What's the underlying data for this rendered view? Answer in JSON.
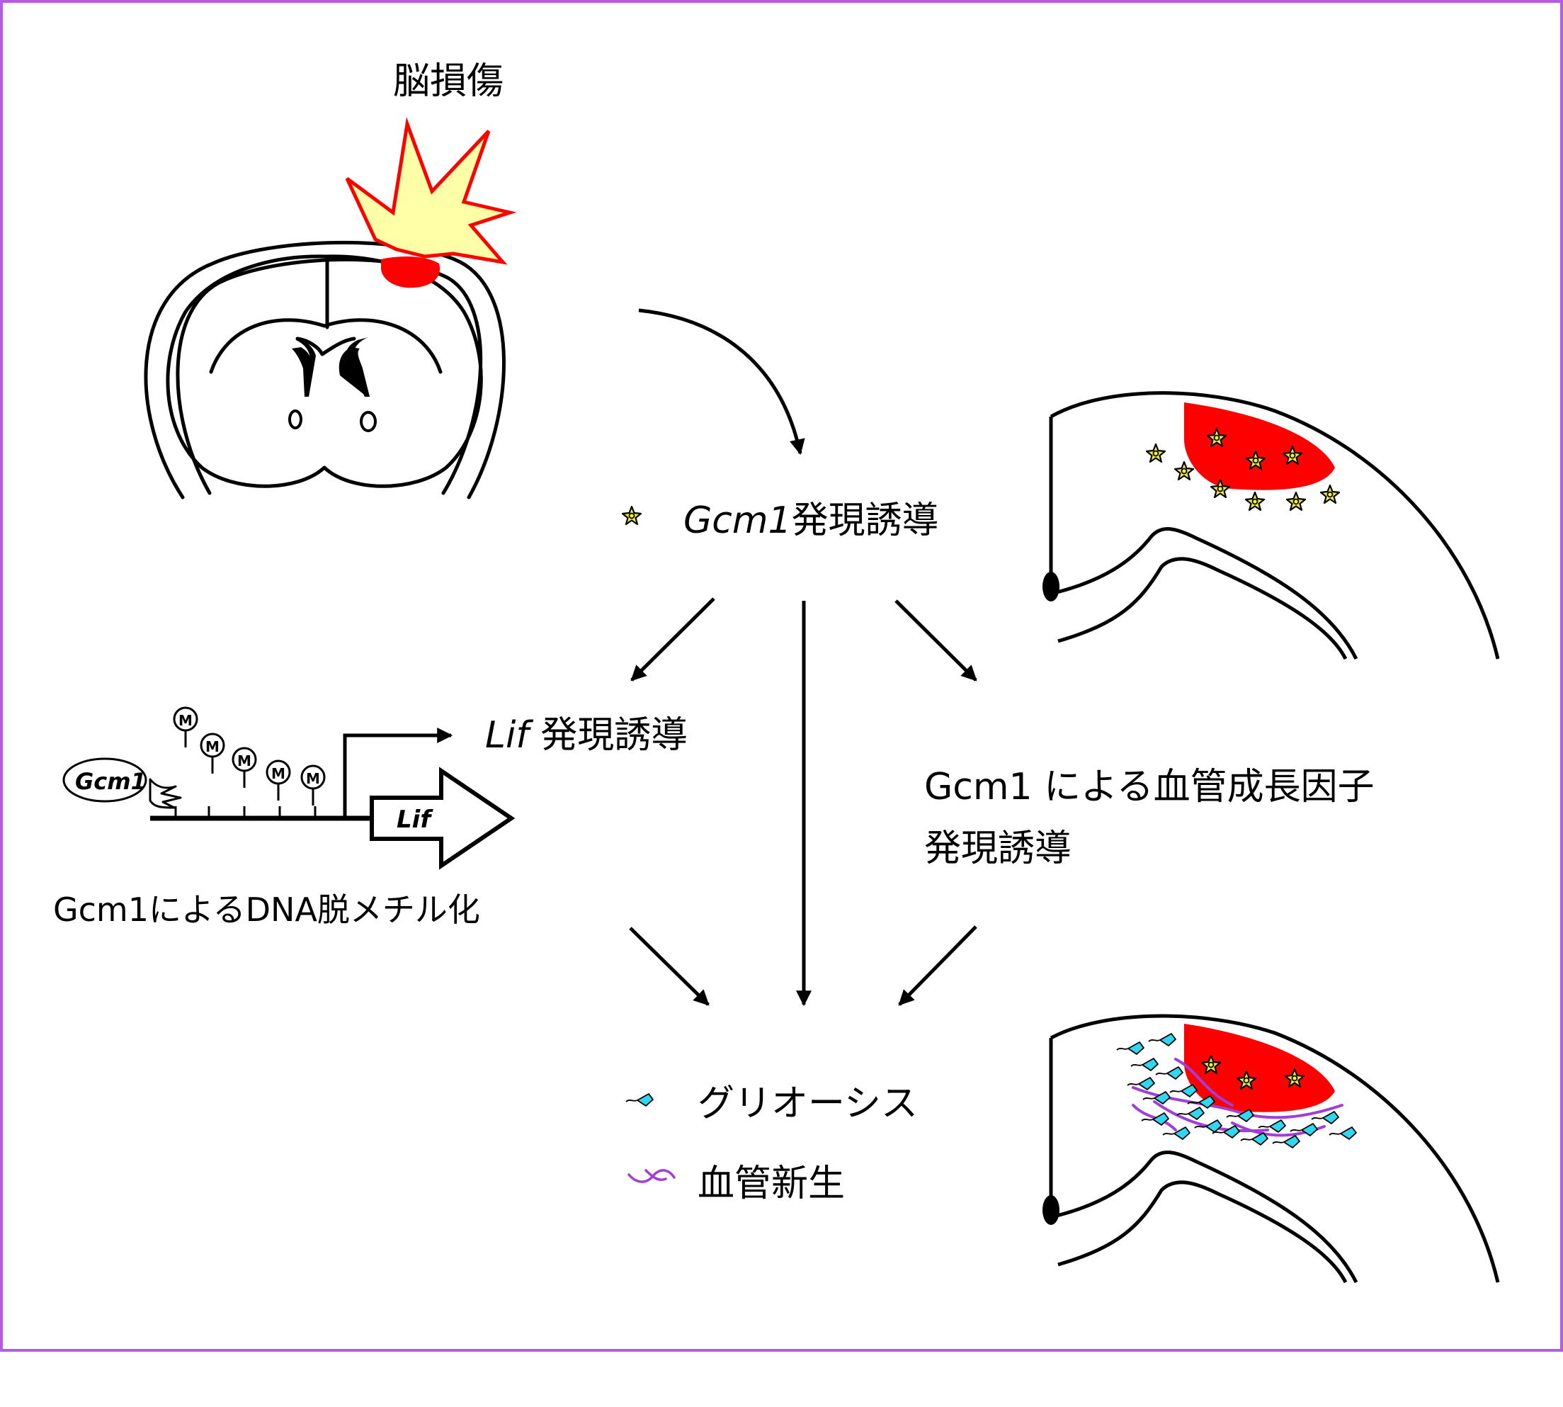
{
  "labels": {
    "brain_injury": "脳損傷",
    "gcm1_italic": "Gcm1",
    "gcm1_suffix": "発現誘導",
    "lif_italic": "Lif",
    "lif_suffix": " 発現誘導",
    "vegf_line1": "Gcm1 による血管成長因子",
    "vegf_line2": "発現誘導",
    "demethylation": "Gcm1によるDNA脱メチル化",
    "gliosis": "グリオーシス",
    "angiogenesis": "血管新生",
    "gcm1_protein": "Gcm1",
    "lif_gene": "Lif",
    "methyl_mark": "M"
  },
  "colors": {
    "frame": "#b45ce6",
    "lesion": "#ff0000",
    "burst_fill": "#ffffa8",
    "burst_stroke": "#ff0000",
    "gcm1_cell": "#f2ee3c",
    "gliosis_cell": "#30d7ee",
    "vessel": "#a23dd6",
    "line": "#000000"
  },
  "icons": {
    "gcm1_cell": "star-cell-icon",
    "gliosis_cell": "astrocyte-icon",
    "vessel": "vessel-icon"
  }
}
